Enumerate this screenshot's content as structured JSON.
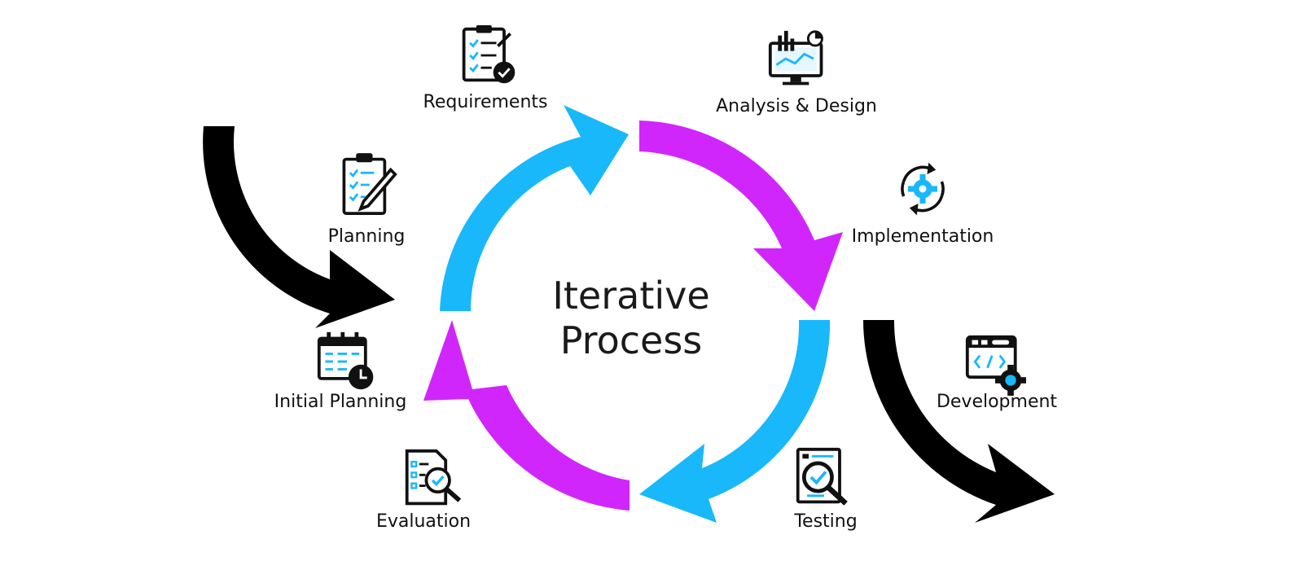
{
  "title_lines": [
    "Iterative",
    "Process"
  ],
  "stages": [
    {
      "key": "requirements",
      "label": "Requirements",
      "icon": "checklist-clipboard-icon"
    },
    {
      "key": "analysis",
      "label": "Analysis & Design",
      "icon": "monitor-analytics-icon"
    },
    {
      "key": "implementation",
      "label": "Implementation",
      "icon": "gear-cycle-icon"
    },
    {
      "key": "testing",
      "label": "Testing",
      "icon": "document-magnifier-icon"
    },
    {
      "key": "evaluation",
      "label": "Evaluation",
      "icon": "checklist-magnifier-icon"
    },
    {
      "key": "initial_planning",
      "label": "Initial Planning",
      "icon": "calendar-clock-icon"
    },
    {
      "key": "planning",
      "label": "Planning",
      "icon": "clipboard-pen-icon"
    },
    {
      "key": "development",
      "label": "Development",
      "icon": "code-window-gear-icon"
    }
  ],
  "colors": {
    "cyan": "#18b8fb",
    "magenta": "#d126fb",
    "black": "#000000",
    "ink": "#111111"
  }
}
